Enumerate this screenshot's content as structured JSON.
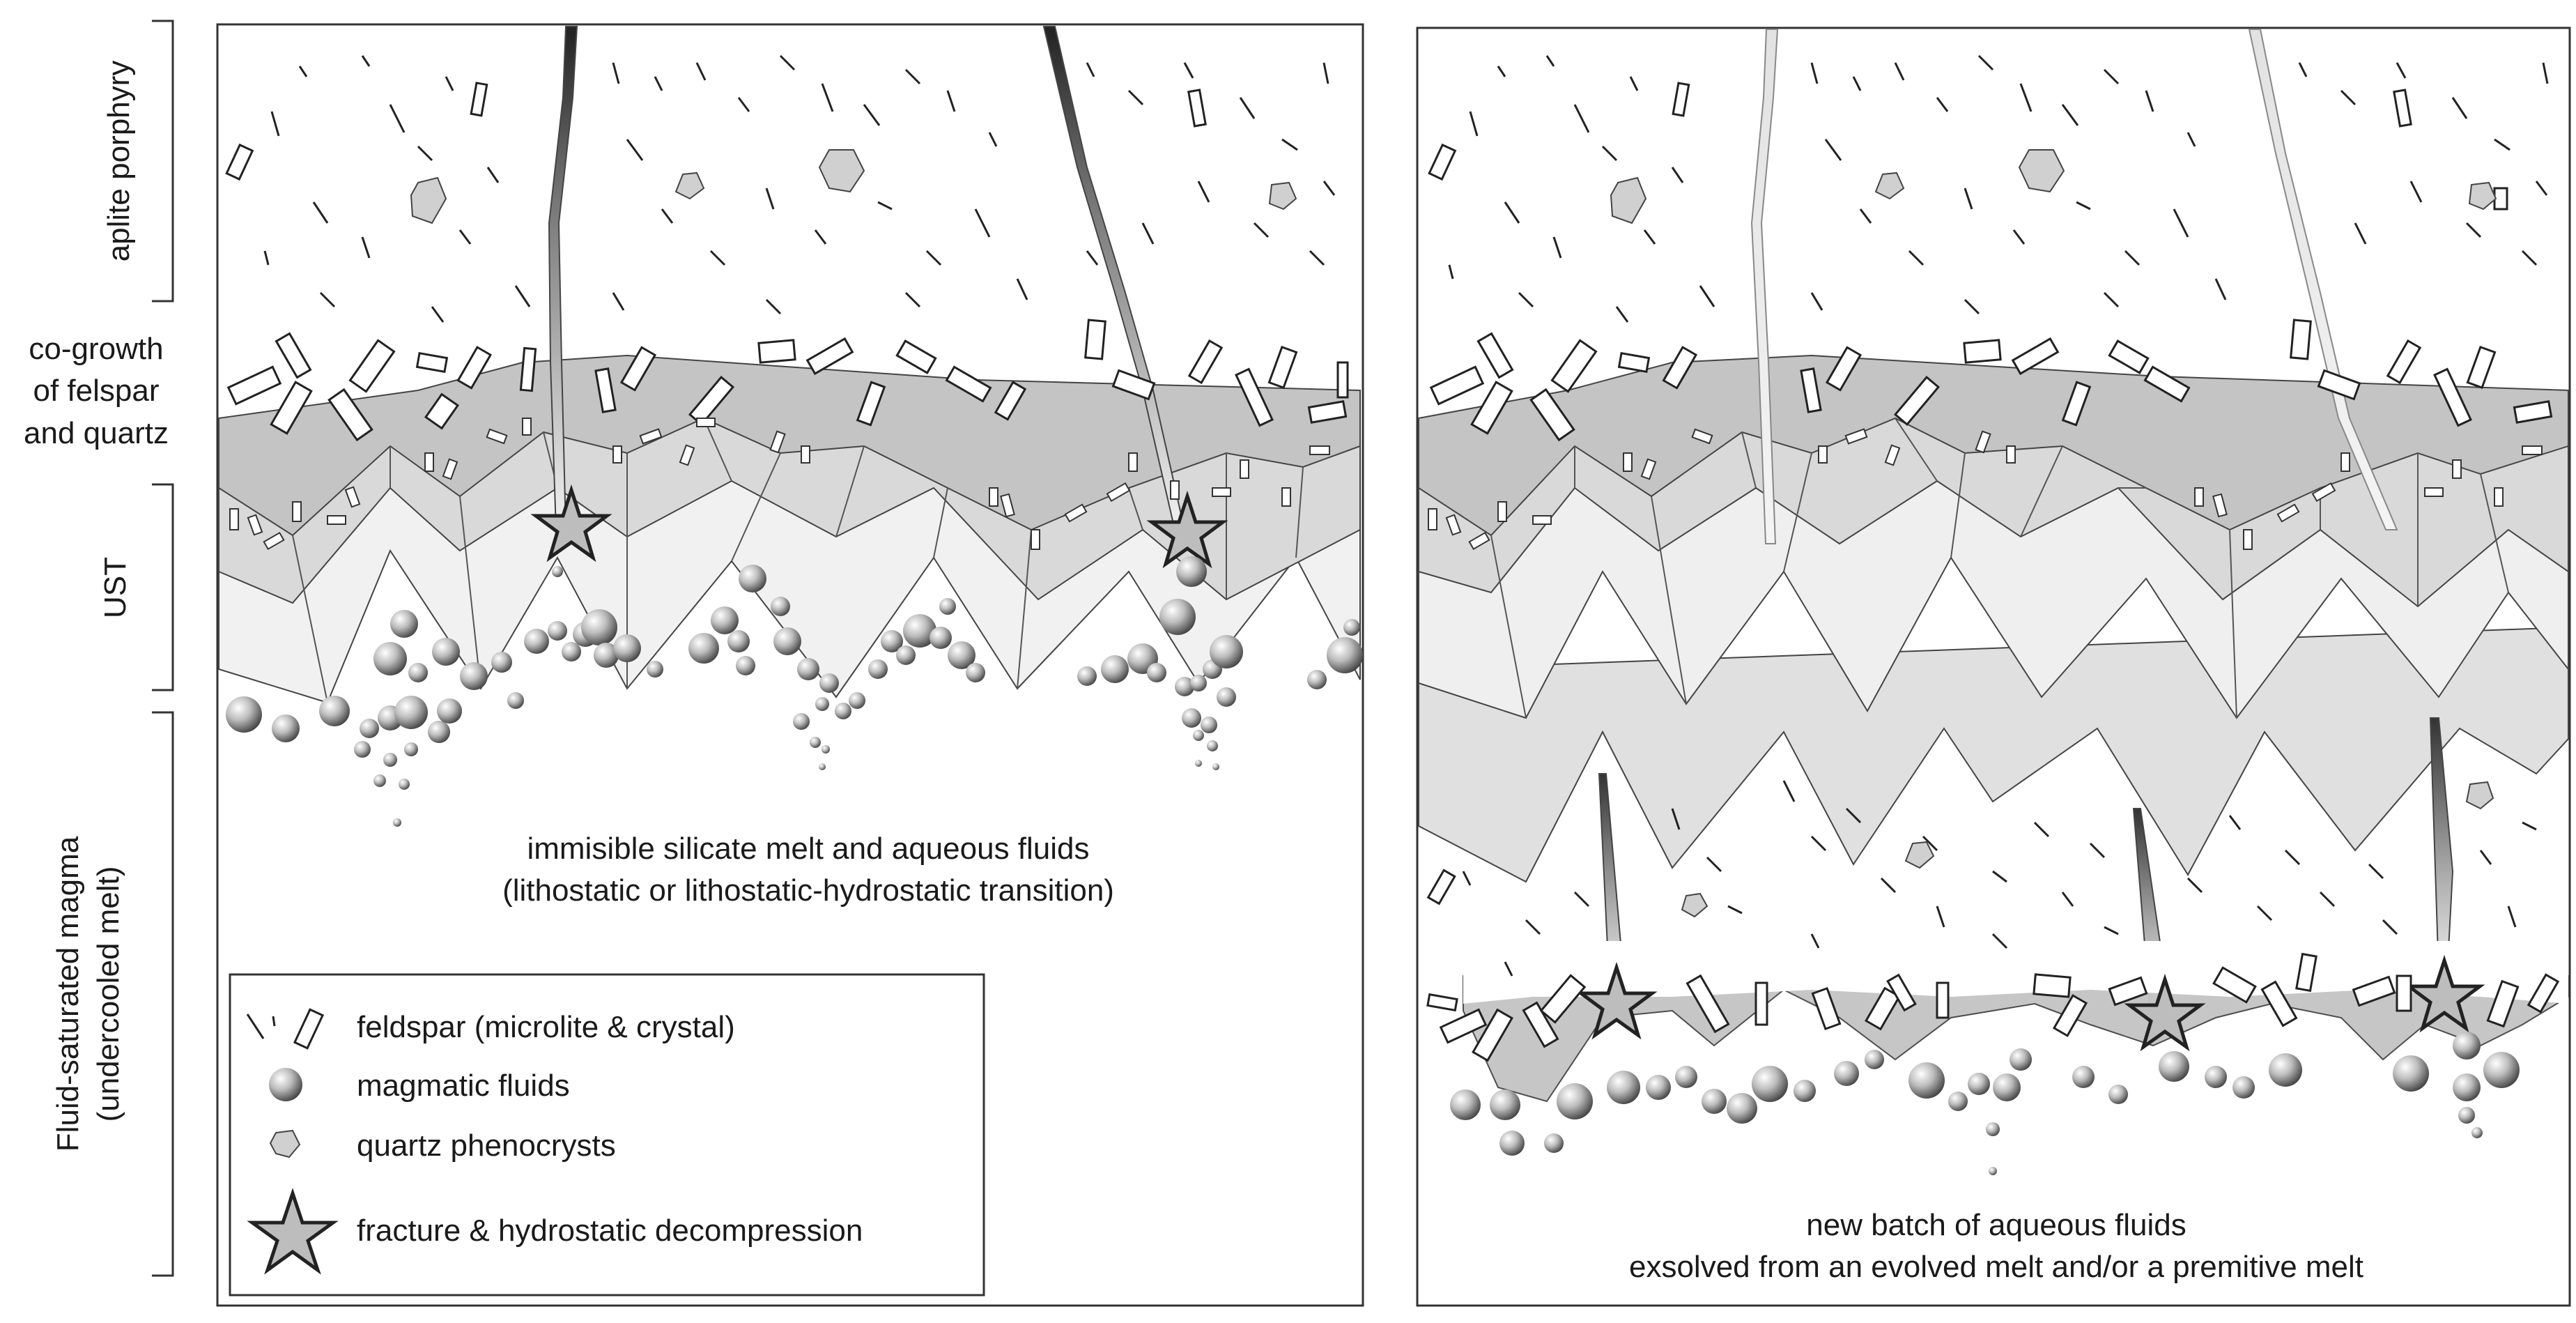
{
  "side_labels": {
    "aplite_porphyry": "aplite porphyry",
    "co_growth": [
      "co-growth",
      "of felspar",
      "and quartz"
    ],
    "ust": "UST",
    "fluid_saturated": [
      "Fluid-saturated magma",
      "(undercooled melt)"
    ]
  },
  "left_panel": {
    "caption": [
      "immisible silicate melt and aqueous fluids",
      "(lithostatic or lithostatic-hydrostatic transition)"
    ]
  },
  "right_panel": {
    "caption": [
      "new batch of aqueous fluids",
      "exsolved from an evolved melt and/or a premitive melt"
    ]
  },
  "legend": {
    "items": [
      {
        "icon": "feldspar-icon",
        "label": "feldspar (microlite & crystal)"
      },
      {
        "icon": "fluid-bubble-icon",
        "label": "magmatic fluids"
      },
      {
        "icon": "quartz-icon",
        "label": "quartz phenocrysts"
      },
      {
        "icon": "star-icon",
        "label": "fracture & hydrostatic decompression"
      }
    ]
  },
  "colors": {
    "zone_dark": "#c2c2c2",
    "zone_mid": "#d8d8d8",
    "zone_light": "#eeeeee",
    "star_fill": "#bdbdbd",
    "outline": "#333333"
  }
}
